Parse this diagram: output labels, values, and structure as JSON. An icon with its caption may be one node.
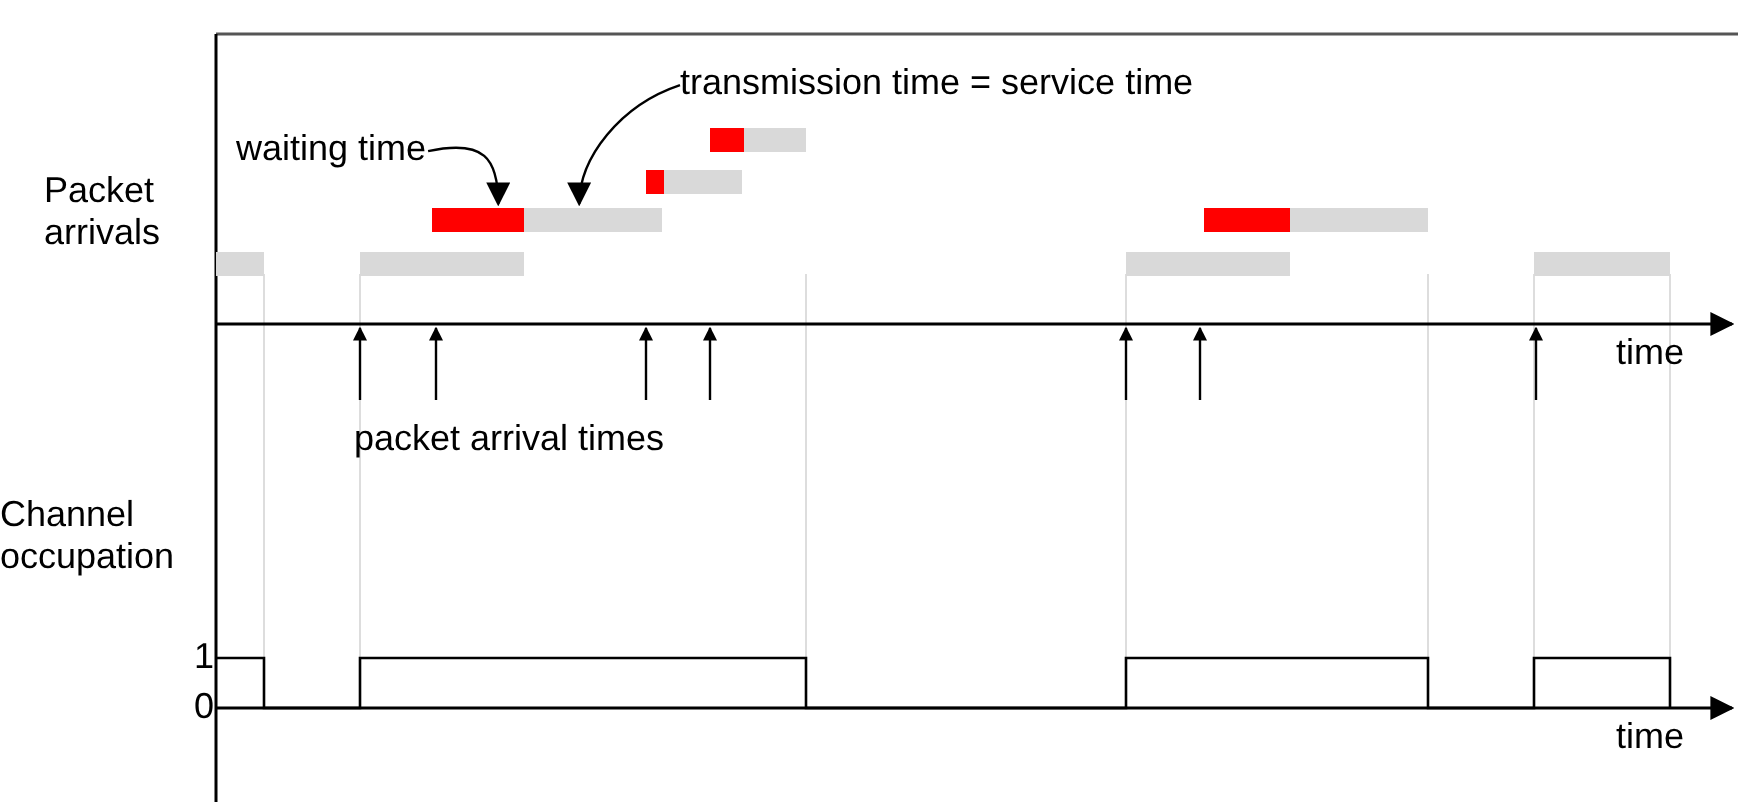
{
  "diagram": {
    "nodes": [
      {
        "text": [
          "waiting time"
        ]
      },
      {
        "text": [
          "transmission time = service time"
        ]
      },
      {
        "text": [],
        "shape": "bar"
      },
      {
        "text": [],
        "shape": "bar"
      },
      {
        "text": [],
        "shape": "bar"
      },
      {
        "text": [],
        "shape": "bar"
      },
      {
        "text": [],
        "shape": "bar"
      },
      {
        "text": [],
        "shape": "bar"
      },
      {
        "text": [],
        "shape": "bar"
      },
      {
        "text": [],
        "shape": "bar"
      },
      {
        "text": [],
        "shape": "bar"
      },
      {
        "text": [],
        "shape": "bar"
      },
      {
        "text": [],
        "shape": "bar"
      },
      {
        "text": [],
        "shape": "bar"
      }
    ],
    "edges": [
      {
        "from": 0,
        "to": 4,
        "arrow": "to"
      },
      {
        "from": 1,
        "to": 5,
        "arrow": "to"
      }
    ],
    "labels": [
      "Packet arrivals",
      "time",
      "packet arrival times",
      "Channel occupation",
      "1",
      "0",
      "time"
    ]
  }
}
